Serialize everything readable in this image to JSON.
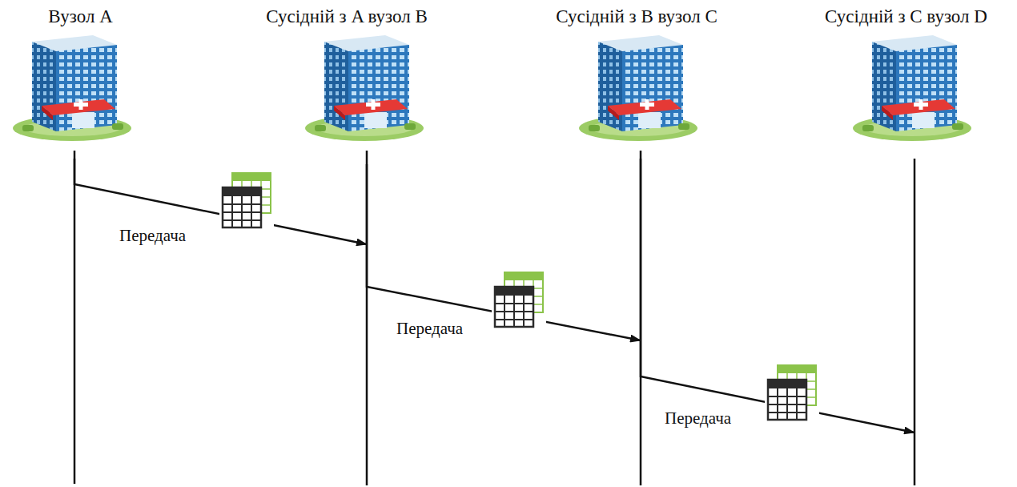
{
  "diagram": {
    "nodes": [
      {
        "text": [
          "Вузол A"
        ]
      },
      {
        "text": [
          "Сусідній з A вузол B"
        ]
      },
      {
        "text": [
          "Сусідній з B вузол C"
        ]
      },
      {
        "text": [
          "Сусідній з C вузол D"
        ]
      }
    ],
    "edges": [
      {
        "from": 0,
        "to": 1,
        "label": "Передача",
        "arrow": "to"
      },
      {
        "from": 1,
        "to": 2,
        "label": "Передача",
        "arrow": "to"
      },
      {
        "from": 2,
        "to": 3,
        "label": "Передача",
        "arrow": "to"
      }
    ]
  }
}
